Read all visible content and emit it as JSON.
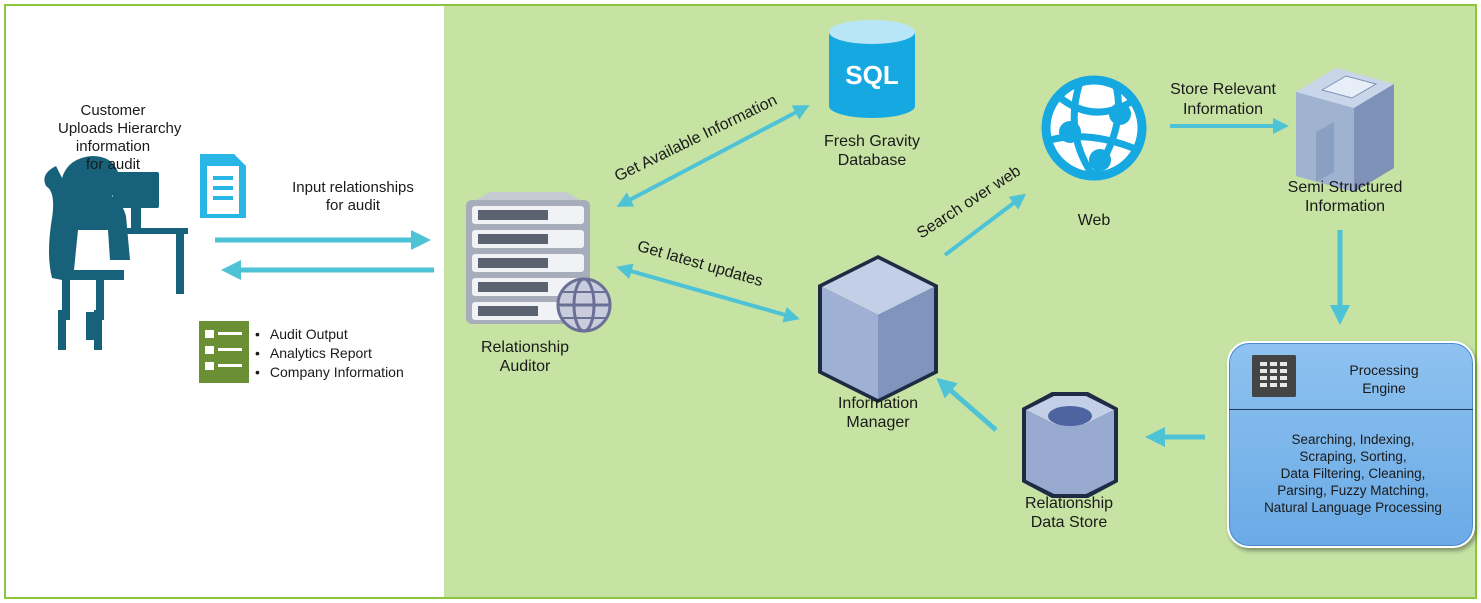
{
  "customer": {
    "label_lines": [
      "Customer",
      "Uploads Hierarchy",
      "information",
      "for audit"
    ]
  },
  "input_arrow_label_lines": [
    "Input relationships",
    "for audit"
  ],
  "outputs": [
    "Audit Output",
    "Analytics Report",
    "Company Information"
  ],
  "auditor": {
    "label_lines": [
      "Relationship",
      "Auditor"
    ]
  },
  "database": {
    "icon_text": "SQL",
    "label_lines": [
      "Fresh Gravity",
      "Database"
    ]
  },
  "web": {
    "label": "Web"
  },
  "semi_structured": {
    "label_lines": [
      "Semi Structured",
      "Information"
    ]
  },
  "info_manager": {
    "label_lines": [
      "Information",
      "Manager"
    ]
  },
  "data_store": {
    "label_lines": [
      "Relationship",
      "Data Store"
    ]
  },
  "engine": {
    "title_lines": [
      "Processing",
      "Engine"
    ],
    "description_lines": [
      "Searching, Indexing,",
      "Scraping, Sorting,",
      "Data Filtering, Cleaning,",
      "Parsing, Fuzzy Matching,",
      "Natural Language Processing"
    ]
  },
  "flows": {
    "get_available": "Get Available Information",
    "get_latest": "Get latest updates",
    "search_web": "Search over web",
    "store_relevant_lines": [
      "Store Relevant",
      "Information"
    ]
  },
  "colors": {
    "arrow": "#4fc3d6",
    "panel": "#c6e3a4",
    "border": "#8cc63f",
    "person": "#17617a",
    "doc": "#29b6e6",
    "list": "#6a8f35"
  }
}
